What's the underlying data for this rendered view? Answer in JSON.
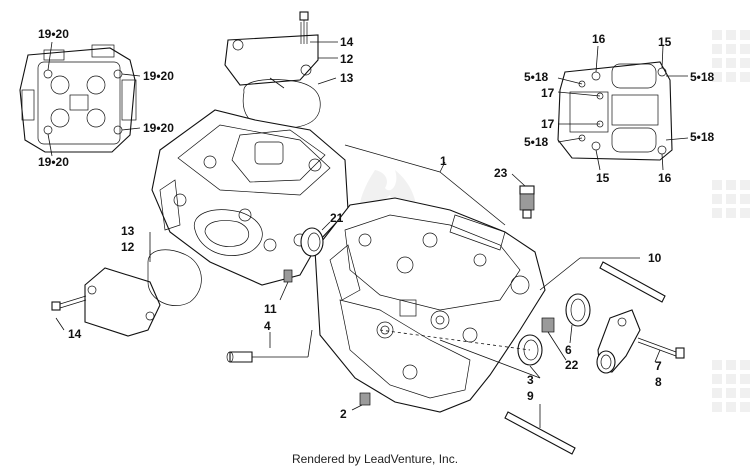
{
  "footer": {
    "credit": "Rendered by LeadVenture, Inc."
  },
  "callouts": {
    "c1": "1",
    "c2": "2",
    "c3": "3",
    "c4": "4",
    "c5_18_a": "5•18",
    "c5_18_b": "5•18",
    "c5_18_c": "5•18",
    "c5_18_d": "5•18",
    "c6": "6",
    "c7": "7",
    "c8": "8",
    "c9": "9",
    "c10": "10",
    "c11": "11",
    "c12_top": "12",
    "c12_left": "12",
    "c13_top": "13",
    "c13_left": "13",
    "c14_top": "14",
    "c14_left": "14",
    "c15_top": "15",
    "c15_bot": "15",
    "c16_top": "16",
    "c16_bot": "16",
    "c17_a": "17",
    "c17_b": "17",
    "c19_20_tl": "19•20",
    "c19_20_r1": "19•20",
    "c19_20_r2": "19•20",
    "c19_20_bl": "19•20",
    "c21": "21",
    "c22": "22",
    "c23": "23"
  },
  "colors": {
    "line": "#111111",
    "shade": "#9a9a9a",
    "watermark": "#eeeeee"
  }
}
